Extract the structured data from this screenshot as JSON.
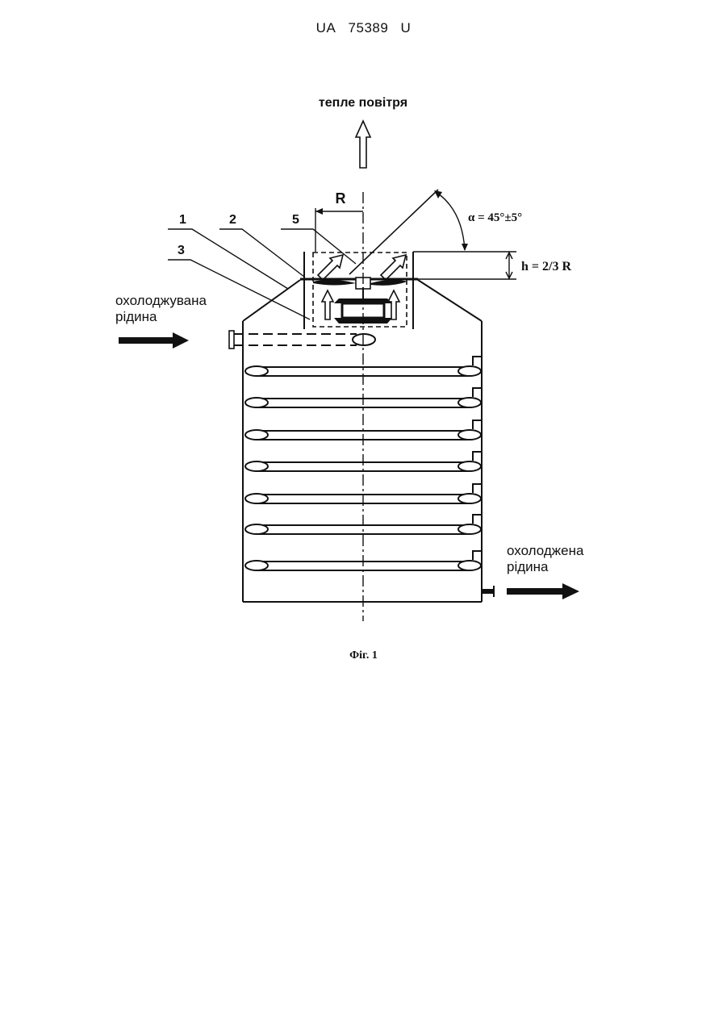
{
  "header": {
    "country": "UA",
    "number": "75389",
    "kind": "U"
  },
  "figure": {
    "labels": {
      "warm_air": "тепле повітря",
      "radius": "R",
      "angle": "α = 45°±5°",
      "height": "h = 2/3 R",
      "inlet_line1": "охолоджувана",
      "inlet_line2": "рідина",
      "outlet_line1": "охолоджена",
      "outlet_line2": "рідина"
    },
    "callouts": [
      "1",
      "2",
      "3",
      "5"
    ],
    "caption": "Фіг. 1"
  }
}
